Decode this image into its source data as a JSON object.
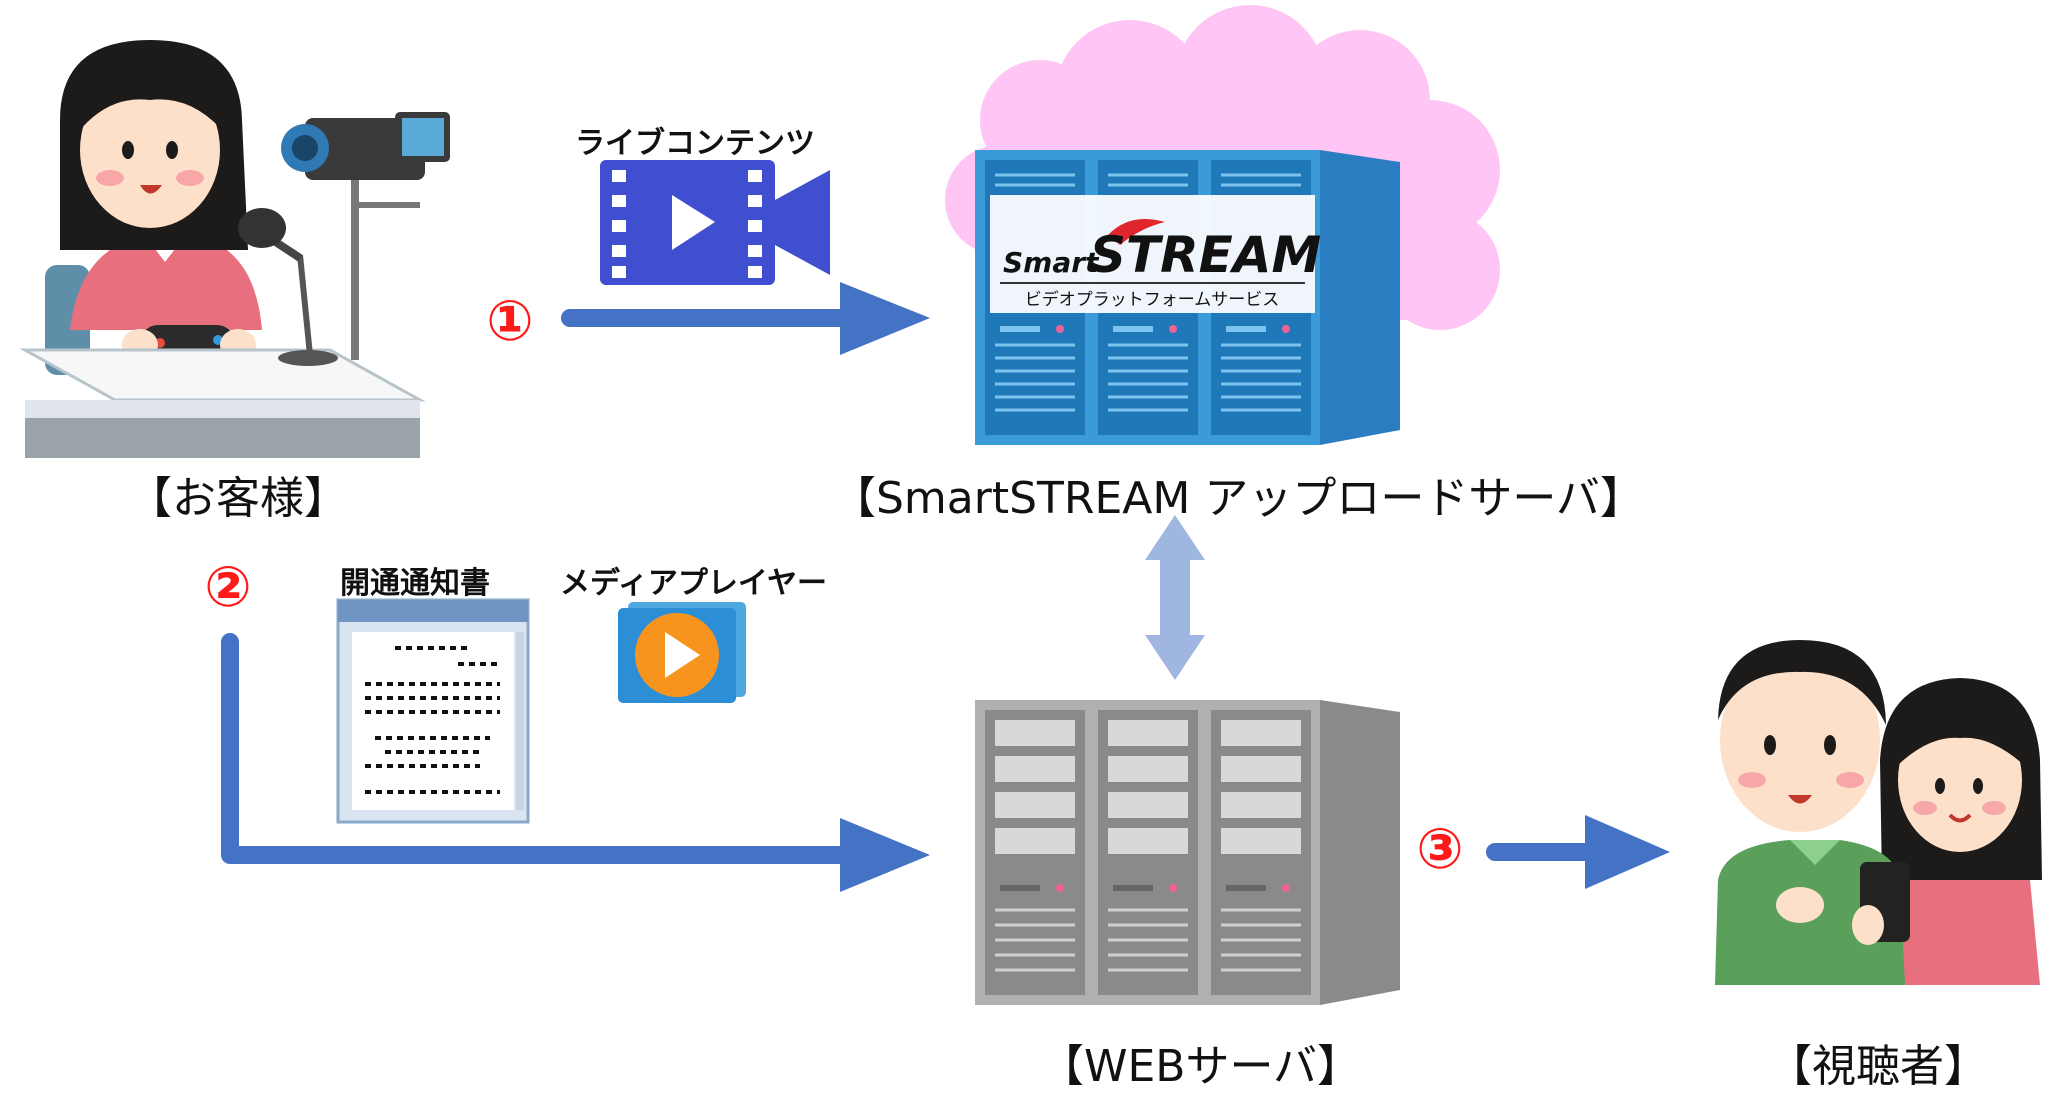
{
  "labels": {
    "customer": "【お客様】",
    "upload_server": "【SmartSTREAM アップロードサーバ】",
    "web_server": "【WEBサーバ】",
    "viewer": "【視聴者】",
    "live_content": "ライブコンテンツ",
    "notice": "開通通知書",
    "media_player": "メディアプレイヤー"
  },
  "steps": {
    "one": "①",
    "two": "②",
    "three": "③"
  },
  "brand": {
    "smart": "Smart",
    "stream": "STREAM",
    "subtitle": "ビデオプラットフォームサービス"
  },
  "colors": {
    "arrow": "#4472c4",
    "bidir_arrow": "#9fb6e0",
    "step": "#ff1a1a",
    "cloud": "#ffc6f5",
    "server_blue": "#3a9bd8",
    "server_gray": "#9a9a9a",
    "brand_red": "#e0262c"
  }
}
